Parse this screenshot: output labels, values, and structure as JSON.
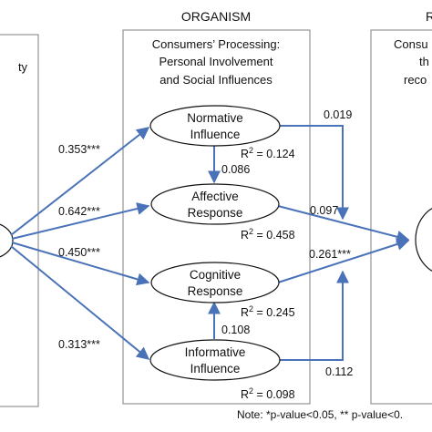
{
  "sections": {
    "left_partial": "ty",
    "organism": "ORGANISM",
    "right_partial": "R"
  },
  "organism_box": {
    "lines": [
      "Consumers’ Processing:",
      "Personal Involvement",
      "and Social Influences"
    ]
  },
  "right_box": {
    "lines": [
      "Consu",
      "th",
      "reco"
    ]
  },
  "nodes": {
    "normative": {
      "line1": "Normative",
      "line2": "Influence",
      "r2": "0.124"
    },
    "affective": {
      "line1": "Affective",
      "line2": "Response",
      "r2": "0.458"
    },
    "cognitive": {
      "line1": "Cognitive",
      "line2": "Response",
      "r2": "0.245"
    },
    "informative": {
      "line1": "Informative",
      "line2": "Influence",
      "r2": "0.098"
    }
  },
  "r2_label": "R",
  "r2_sup": "2",
  "coefficients": {
    "to_normative": "0.353***",
    "to_affective": "0.642***",
    "to_cognitive": "0.450***",
    "to_informative": "0.313***",
    "normative_to_affective": "0.086",
    "informative_to_cognitive": "0.108",
    "normative_to_outcome": "0.019",
    "affective_to_outcome": "0.097",
    "cognitive_to_outcome": "0.261***",
    "informative_to_outcome": "0.112"
  },
  "note": "Note: *p-value<0.05, ** p-value<0.",
  "colors": {
    "arrow": "#4a72b8",
    "box": "#7f7f7f",
    "text": "#111111"
  }
}
